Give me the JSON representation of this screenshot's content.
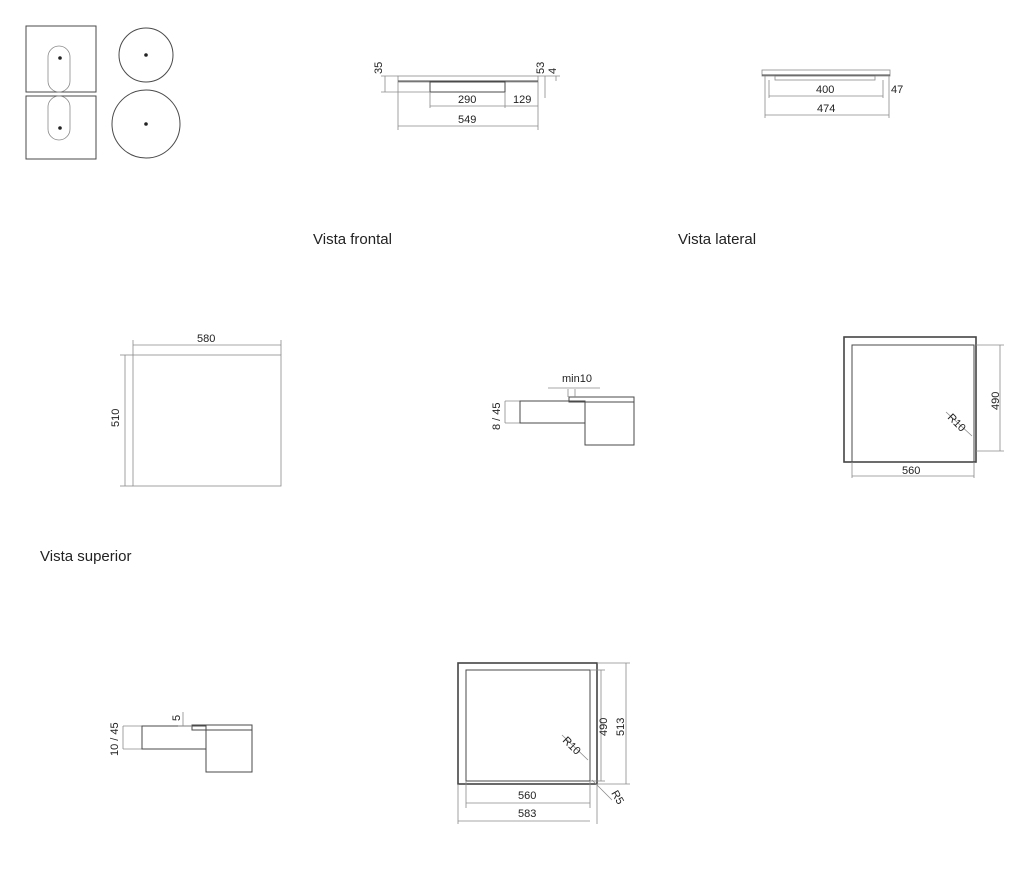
{
  "captions": {
    "front": "Vista frontal",
    "side": "Vista lateral",
    "top": "Vista superior"
  },
  "dims": {
    "front_35": "35",
    "front_53": "53",
    "front_4": "4",
    "front_290": "290",
    "front_129": "129",
    "front_549": "549",
    "side_400": "400",
    "side_47": "47",
    "side_474": "474",
    "top_580": "580",
    "top_510": "510",
    "flush_8_45": "8 / 45",
    "flush_min10": "min10",
    "cut1_490": "490",
    "cut1_r10": "R10",
    "cut1_560": "560",
    "surf_10_45": "10 / 45",
    "surf_5": "5",
    "cut2_490": "490",
    "cut2_513": "513",
    "cut2_r10": "R10",
    "cut2_560": "560",
    "cut2_583": "583",
    "cut2_r5": "R5"
  }
}
